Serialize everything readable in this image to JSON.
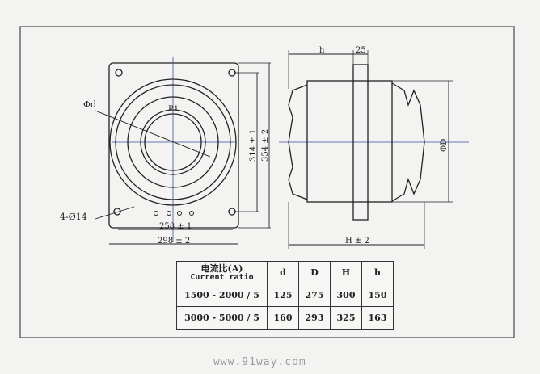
{
  "front_view": {
    "label_bore": "Φd",
    "label_terminal": "P1",
    "label_holes": "4-Ø14",
    "dim_hole_spacing_h": "258 ± 1",
    "dim_width": "298 ± 2",
    "dim_hole_spacing_v": "314 ± 1",
    "dim_height": "354 ± 2"
  },
  "side_view": {
    "dim_h": "h",
    "dim_flange": "25",
    "dim_D": "ΦD",
    "dim_H": "H ± 2"
  },
  "table": {
    "header_cn": "电流比(A)",
    "header_en": "Current ratio",
    "columns": [
      "d",
      "D",
      "H",
      "h"
    ],
    "rows": [
      {
        "ratio": "1500 - 2000 / 5",
        "values": [
          "125",
          "275",
          "300",
          "150"
        ]
      },
      {
        "ratio": "3000 - 5000 / 5",
        "values": [
          "160",
          "293",
          "325",
          "163"
        ]
      }
    ]
  },
  "watermark": "www.91way.com",
  "colors": {
    "line": "#222222",
    "center_line": "#3a4ea0",
    "frame": "#555555"
  }
}
